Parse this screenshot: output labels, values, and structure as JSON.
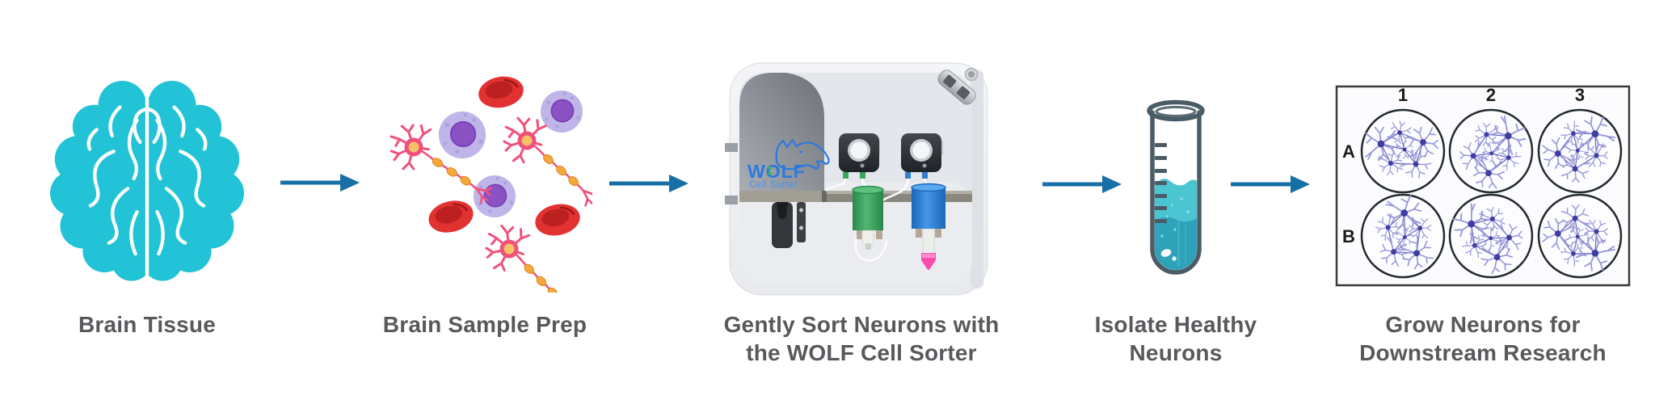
{
  "diagram": {
    "type": "workflow",
    "steps": [
      {
        "id": "brain-tissue",
        "icon": "brain-icon",
        "label_lines": [
          "Brain Tissue"
        ]
      },
      {
        "id": "brain-sample-prep",
        "icon": "cell-mixture-icon",
        "label_lines": [
          "Brain Sample Prep"
        ]
      },
      {
        "id": "sort-neurons",
        "icon": "wolf-cell-sorter-icon",
        "label_lines": [
          "Gently Sort Neurons with",
          "the WOLF Cell Sorter"
        ]
      },
      {
        "id": "isolate-neurons",
        "icon": "test-tube-icon",
        "label_lines": [
          "Isolate Healthy",
          "Neurons"
        ]
      },
      {
        "id": "grow-neurons",
        "icon": "well-plate-icon",
        "label_lines": [
          "Grow Neurons for",
          "Downstream Research"
        ]
      }
    ],
    "arrow_count": 4
  },
  "sorter_logo": {
    "brand": "WOLF",
    "product": "Cell Sorter"
  },
  "well_plate": {
    "column_labels": [
      "1",
      "2",
      "3"
    ],
    "row_labels": [
      "A",
      "B"
    ]
  },
  "colors": {
    "brain_teal": "#22c3d6",
    "arrow_blue": "#176fa6",
    "label_gray": "#58595c",
    "rbc_red": "#e23131",
    "rbc_dark_red": "#bd2020",
    "immune_cell_body": "#c0b5e8",
    "immune_cell_nucleus": "#8b52c4",
    "neuron_pink": "#f0517c",
    "neuron_nucleus_orange": "#f6c169",
    "myelin_orange": "#f5a93d",
    "logo_blue": "#2b79e0",
    "logo_green": "#35b558",
    "pump_dark": "#2b2f34",
    "cylinder_green": "#3aa85c",
    "cylinder_blue": "#2f7fd6",
    "tube_tip_pink": "#fa4cae",
    "liquid_teal_light": "#4cc5d3",
    "liquid_teal_dark": "#2ea2b8",
    "tube_outline": "#4b5c66",
    "well_neuron_core": "#3d3da2",
    "well_neuron_dendrite": "#9a9ada"
  }
}
